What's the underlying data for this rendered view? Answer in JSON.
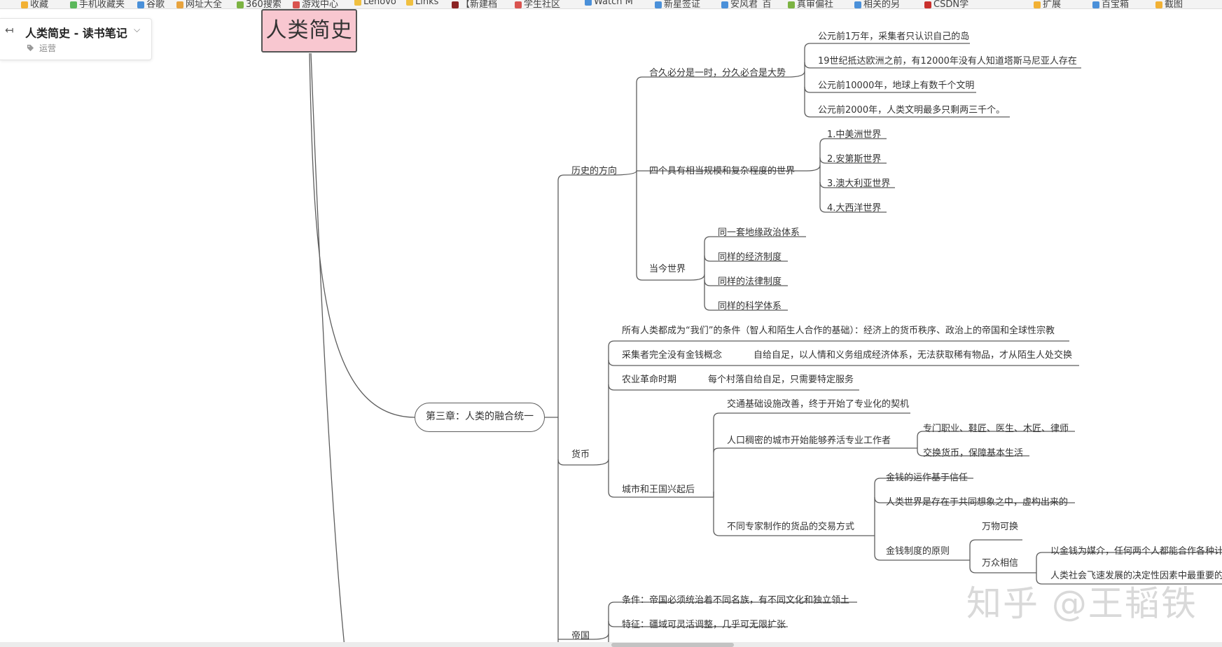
{
  "bookmarks": [
    {
      "label": "收藏",
      "color": "#f2b134"
    },
    {
      "label": "手机收藏夹",
      "color": "#5cb85c"
    },
    {
      "label": "谷歌",
      "color": "#4a90d9"
    },
    {
      "label": "网址大全",
      "color": "#e8a33d"
    },
    {
      "label": "360搜索",
      "color": "#7cb342"
    },
    {
      "label": "游戏中心",
      "color": "#d9534f"
    },
    {
      "label": "Lenovo",
      "color": "#f0c040"
    },
    {
      "label": "Links",
      "color": "#f0c040"
    },
    {
      "label": "【新建档",
      "color": "#8b2323"
    },
    {
      "label": "学生社区",
      "color": "#d9534f"
    },
    {
      "label": "Watch M",
      "color": "#4a90d9"
    },
    {
      "label": "新星签证",
      "color": "#4a90d9"
    },
    {
      "label": "安风君_百",
      "color": "#4a90d9"
    },
    {
      "label": "真审偏社",
      "color": "#7cb342"
    },
    {
      "label": "相关的另",
      "color": "#4a90d9"
    },
    {
      "label": "CSDN学",
      "color": "#c9302c"
    },
    {
      "label": "扩展",
      "color": "#f2b134"
    },
    {
      "label": "百宝箱",
      "color": "#4a90d9"
    },
    {
      "label": "截图",
      "color": "#f2b134"
    }
  ],
  "doc": {
    "title": "人类简史 - 读书笔记",
    "tag": "运营"
  },
  "mindmap": {
    "root": "人类简史",
    "chapter": "第三章：人类的融合统一",
    "l1": {
      "history": "历史的方向",
      "currency": "货币",
      "empire": "帝国"
    },
    "history": {
      "trend": "合久必分是一时，分久必合是大势",
      "trend_items": [
        "公元前1万年，采集者只认识自己的岛",
        "19世纪抵达欧洲之前，有12000年没有人知道塔斯马尼亚人存在",
        "公元前10000年，地球上有数千个文明",
        "公元前2000年，人类文明最多只剩两三千个。"
      ],
      "four_worlds": "四个具有相当规模和复杂程度的世界",
      "four_items": [
        "1.中美洲世界",
        "2.安第斯世界",
        "3.澳大利亚世界",
        "4.大西洋世界"
      ],
      "today": "当今世界",
      "today_items": [
        "同一套地缘政治体系",
        "同样的经济制度",
        "同样的法律制度",
        "同样的科学体系"
      ]
    },
    "currency": {
      "we": "所有人类都成为“我们”的条件（智人和陌生人合作的基础）：经济上的货币秩序、政治上的帝国和全球性宗教",
      "forager": "采集者完全没有金钱概念",
      "forager_note": "自给自足，以人情和义务组成经济体系，无法获取稀有物品，才从陌生人处交换",
      "agri": "农业革命时期",
      "agri_note": "每个村落自给自足，只需要特定服务",
      "city": "城市和王国兴起后",
      "city_items": {
        "transport": "交通基础设施改善，终于开始了专业化的契机",
        "dense": "人口稠密的城市开始能够养活专业工作者",
        "dense_items": [
          "专门职业、鞋匠、医生、木匠、律师",
          "交换货币，保障基本生活"
        ],
        "trade": "不同专家制作的货品的交易方式",
        "trade_items": {
          "trust": "金钱的运作基于信任",
          "imagine": "人类世界是存在于共同想象之中，虚构出来的",
          "principle": "金钱制度的原则",
          "principle_items": {
            "all": "万物可换",
            "belief": "万众相信",
            "belief_items": [
              "以金钱为媒介，任何两个人都能合作各种计",
              "人类社会飞速发展的决定性因素中最重要的"
            ]
          }
        }
      }
    },
    "empire": {
      "cond": "条件：帝国必须统治着不同名族，有不同文化和独立领土",
      "feature": "特征：疆域可灵活调整，几乎可无限扩张"
    }
  },
  "watermark": "知乎 @王韬铁",
  "colors": {
    "root_fill": "#f8c7d0",
    "line": "#5d5d5d"
  }
}
